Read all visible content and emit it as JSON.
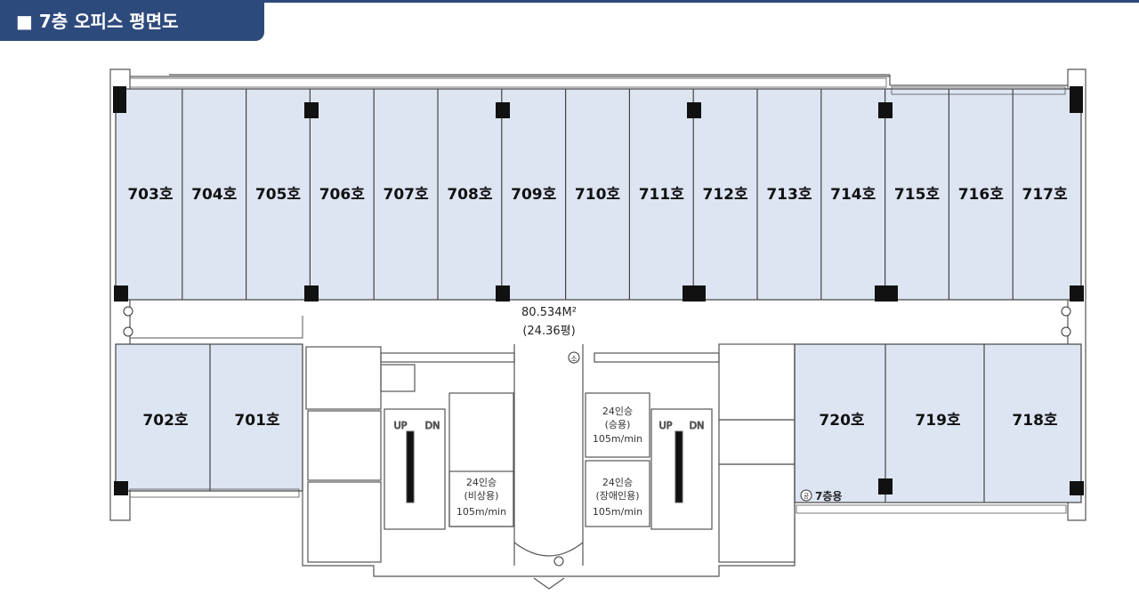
{
  "header": {
    "title": "■ 7층 오피스 평면도"
  },
  "rooms_top": [
    "703호",
    "704호",
    "705호",
    "706호",
    "707호",
    "708호",
    "709호",
    "710호",
    "711호",
    "712호",
    "713호",
    "714호",
    "715호",
    "716호",
    "717호"
  ],
  "rooms_left": [
    "702호",
    "701호"
  ],
  "rooms_right": [
    "720호",
    "719호",
    "718호"
  ],
  "corridor": {
    "area": "80.534M²",
    "pyeong": "(24.36평)"
  },
  "elevators": {
    "left": {
      "cap": "24인승",
      "type": "(비상용)",
      "speed": "105m/min"
    },
    "right_top": {
      "cap": "24인승",
      "type": "(승용)",
      "speed": "105m/min"
    },
    "right_bottom": {
      "cap": "24인승",
      "type": "(장애인용)",
      "speed": "105m/min"
    }
  },
  "stairs": {
    "up": "UP",
    "dn": "DN"
  },
  "common_label": "7층용",
  "symbols": {
    "common": "공",
    "fire": "소"
  },
  "colors": {
    "title_bg": "#2d4a7c",
    "room_fill": "#dde5f2",
    "line": "#555555",
    "column": "#111111"
  }
}
